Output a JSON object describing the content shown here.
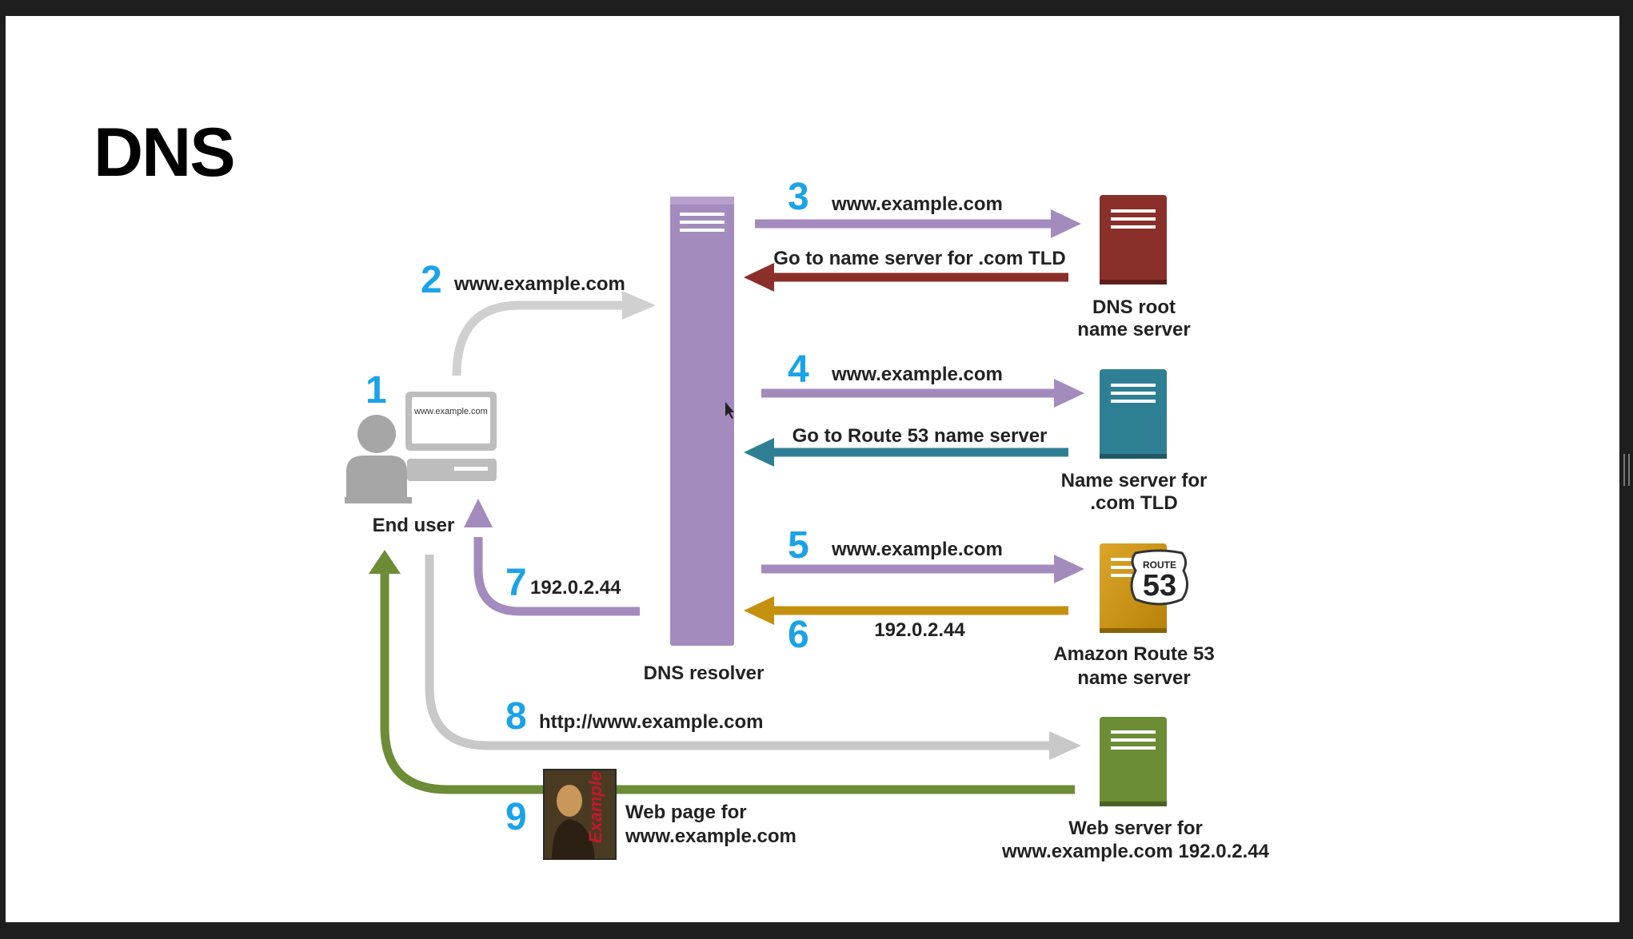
{
  "slide": {
    "title": "DNS"
  },
  "colors": {
    "resolver": "#a48bbd",
    "root": "#8b2f2a",
    "tld": "#2f7f94",
    "route53": "#c4910f",
    "webserver": "#6c8c35",
    "step_number": "#1aa3e8",
    "request_gray": "#c8c8c8"
  },
  "diagram": {
    "end_user": {
      "label": "End user",
      "screen_text": "www.example.com",
      "icon": "user-with-computer-icon"
    },
    "resolver": {
      "label": "DNS resolver"
    },
    "root_server": {
      "label_line1": "DNS root",
      "label_line2": "name server"
    },
    "tld_server": {
      "label_line1": "Name server for",
      "label_line2": ".com TLD"
    },
    "route53_server": {
      "label_line1": "Amazon Route 53",
      "label_line2": "name server",
      "badge_top": "ROUTE",
      "badge_number": "53"
    },
    "web_server": {
      "label_line1": "Web server for",
      "label_line2": "www.example.com 192.0.2.44"
    },
    "web_page": {
      "label_line1": "Web page for",
      "label_line2": "www.example.com",
      "thumbnail_text": "Example",
      "icon": "mona-lisa-thumbnail"
    },
    "steps": [
      {
        "num": "1"
      },
      {
        "num": "2",
        "text": "www.example.com"
      },
      {
        "num": "3",
        "text": "www.example.com",
        "reply": "Go to name server for .com TLD"
      },
      {
        "num": "4",
        "text": "www.example.com",
        "reply": "Go to Route 53 name server"
      },
      {
        "num": "5",
        "text": "www.example.com"
      },
      {
        "num": "6",
        "text": "192.0.2.44"
      },
      {
        "num": "7",
        "text": "192.0.2.44"
      },
      {
        "num": "8",
        "text": "http://www.example.com"
      },
      {
        "num": "9"
      }
    ]
  }
}
